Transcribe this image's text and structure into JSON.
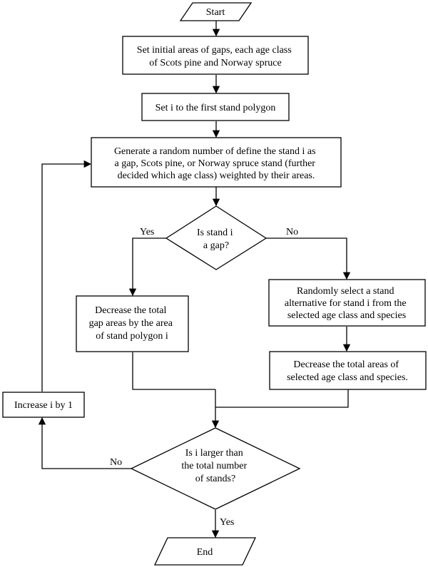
{
  "flowchart": {
    "start": {
      "label": "Start"
    },
    "set_initial_areas": {
      "lines": [
        "Set initial areas of gaps, each age class",
        "of Scots pine and Norway spruce"
      ]
    },
    "set_i_first": {
      "lines": [
        "Set i to the first stand polygon"
      ]
    },
    "generate_random": {
      "lines": [
        "Generate a random number of define the stand i as",
        "a gap, Scots pine, or Norway spruce stand (further",
        "decided which age class) weighted by their areas."
      ]
    },
    "decision_gap": {
      "lines": [
        "Is stand i",
        "a gap?"
      ],
      "yes_label": "Yes",
      "no_label": "No"
    },
    "decrease_gap": {
      "lines": [
        "Decrease the total",
        "gap areas by the area",
        "of stand polygon i"
      ]
    },
    "randomly_select": {
      "lines": [
        "Randomly select a stand",
        "alternative for stand i from the",
        "selected age class and species"
      ]
    },
    "decrease_areas": {
      "lines": [
        "Decrease the total areas of",
        "selected age class and species."
      ]
    },
    "increase_i": {
      "lines": [
        "Increase i by 1"
      ]
    },
    "decision_larger": {
      "lines": [
        "Is i larger than",
        "the total number",
        "of stands?"
      ],
      "yes_label": "Yes",
      "no_label": "No"
    },
    "end": {
      "label": "End"
    }
  }
}
